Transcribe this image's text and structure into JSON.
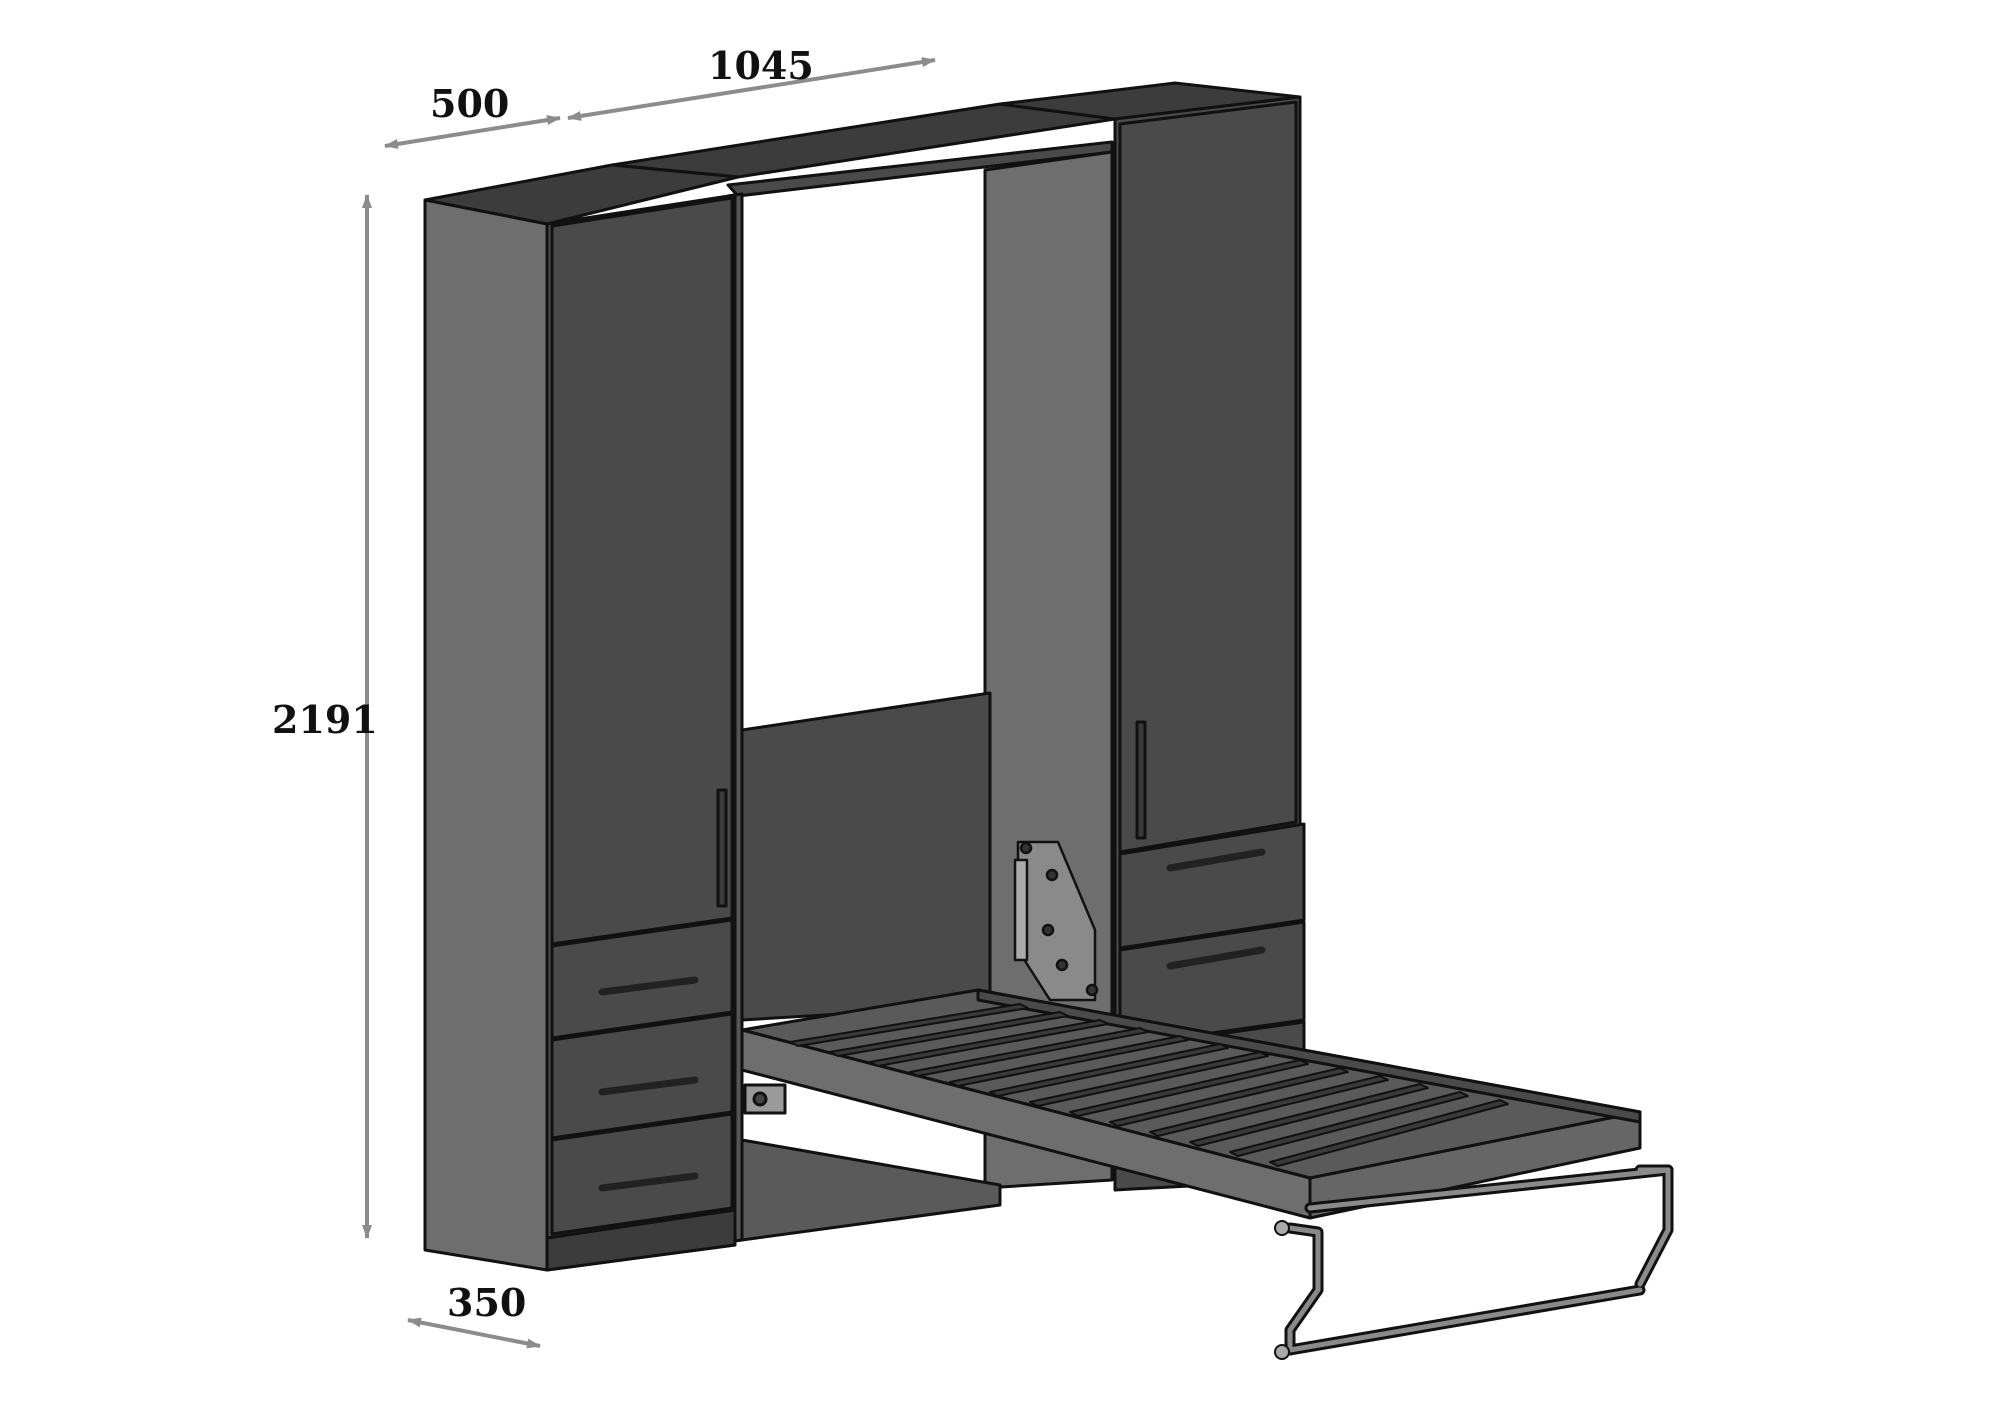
{
  "dimensions": {
    "width_left_cabinet": "500",
    "width_center_opening": "1045",
    "height_total": "2191",
    "depth_cabinet": "350"
  },
  "colors": {
    "cabinet_face": "#4a4a4a",
    "cabinet_side": "#6e6e6e",
    "cabinet_top": "#3c3c3c",
    "interior_back": "#5a5a5a",
    "slats": "#3a3a3a",
    "frame": "#666666",
    "arrow": "#8c8c8c",
    "outline": "#111111"
  },
  "icons": {
    "arrow_head": "double-arrow"
  }
}
